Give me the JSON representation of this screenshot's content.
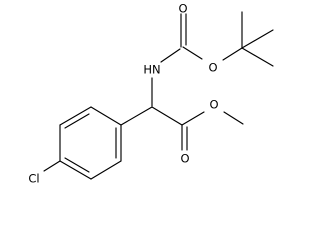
{
  "molecule": {
    "atoms": {
      "nh": "HN",
      "o_carbonyl_boc": "O",
      "o_ester_boc": "O",
      "o_carbonyl_ester": "O",
      "o_methoxy": "O",
      "cl": "Cl"
    }
  }
}
